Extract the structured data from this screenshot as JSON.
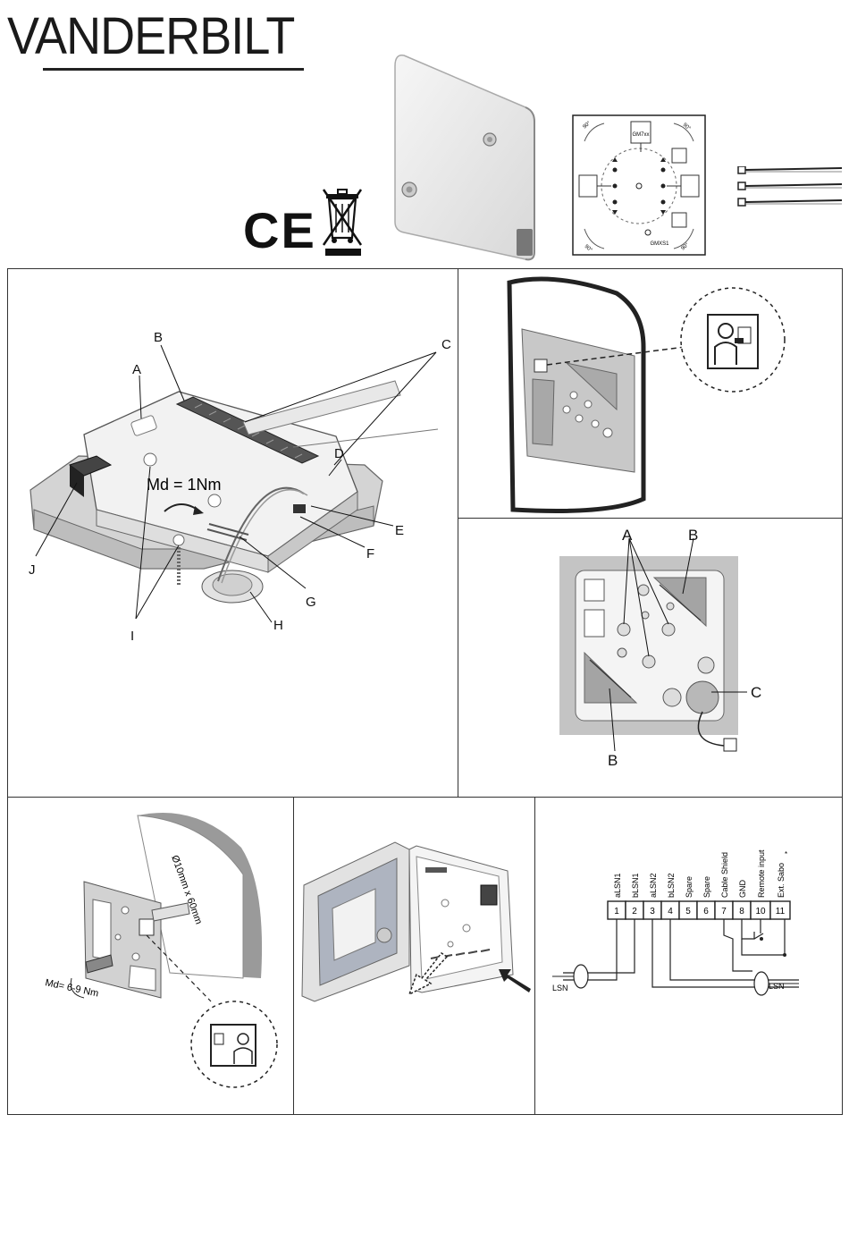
{
  "brand": {
    "logo_text": "VANDERBILT"
  },
  "header": {
    "ce_mark": "CE",
    "base_diagram": {
      "module_label": "GM7xx",
      "bottom_label": "GMXS1",
      "angle_labels": [
        "90°",
        "90°",
        "90°",
        "90°"
      ]
    }
  },
  "panel_main": {
    "callouts": [
      "A",
      "B",
      "C",
      "D",
      "E",
      "F",
      "G",
      "H",
      "I",
      "J"
    ],
    "torque_label": "Md = 1Nm"
  },
  "panel_base": {
    "callouts": [
      "A",
      "B",
      "C",
      "B"
    ]
  },
  "panel_mount": {
    "drill_label": "Ø10mm x 60mm",
    "torque_label": "Md= 6-9 Nm"
  },
  "panel_wiring": {
    "terminals": [
      {
        "num": "1",
        "name": "aLSN1"
      },
      {
        "num": "2",
        "name": "bLSN1"
      },
      {
        "num": "3",
        "name": "aLSN2"
      },
      {
        "num": "4",
        "name": "bLSN2"
      },
      {
        "num": "5",
        "name": "Spare"
      },
      {
        "num": "6",
        "name": "Spare"
      },
      {
        "num": "7",
        "name": "Cable Shield"
      },
      {
        "num": "8",
        "name": "GND"
      },
      {
        "num": "10",
        "name": "Remote input"
      },
      {
        "num": "11",
        "name": "Ext. Sabo"
      }
    ],
    "sabo_mark": "*",
    "lsn_left": "LSN",
    "lsn_right": "LSN"
  }
}
